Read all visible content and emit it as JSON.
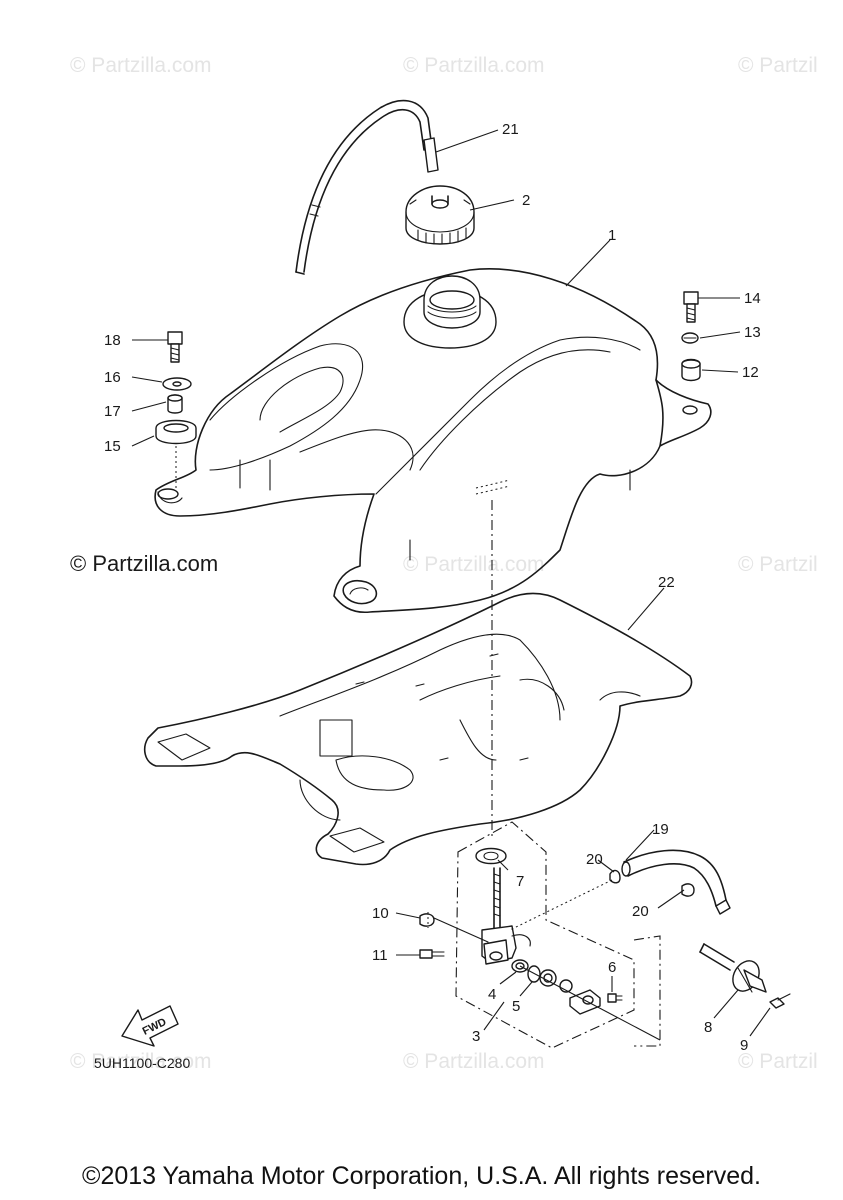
{
  "watermark": "© Partzilla.com",
  "watermark_partial": "© Partzil",
  "diagram_code": "5UH1100-C280",
  "fwd_label": "FWD",
  "footer": "©2013 Yamaha Motor Corporation, U.S.A. All rights reserved.",
  "callouts": {
    "p1": "1",
    "p2": "2",
    "p3": "3",
    "p4": "4",
    "p5": "5",
    "p6": "6",
    "p7": "7",
    "p8": "8",
    "p9": "9",
    "p10": "10",
    "p11": "11",
    "p12": "12",
    "p13": "13",
    "p14": "14",
    "p15": "15",
    "p16": "16",
    "p17": "17",
    "p18": "18",
    "p19": "19",
    "p20a": "20",
    "p20b": "20",
    "p21": "21",
    "p22": "22"
  }
}
